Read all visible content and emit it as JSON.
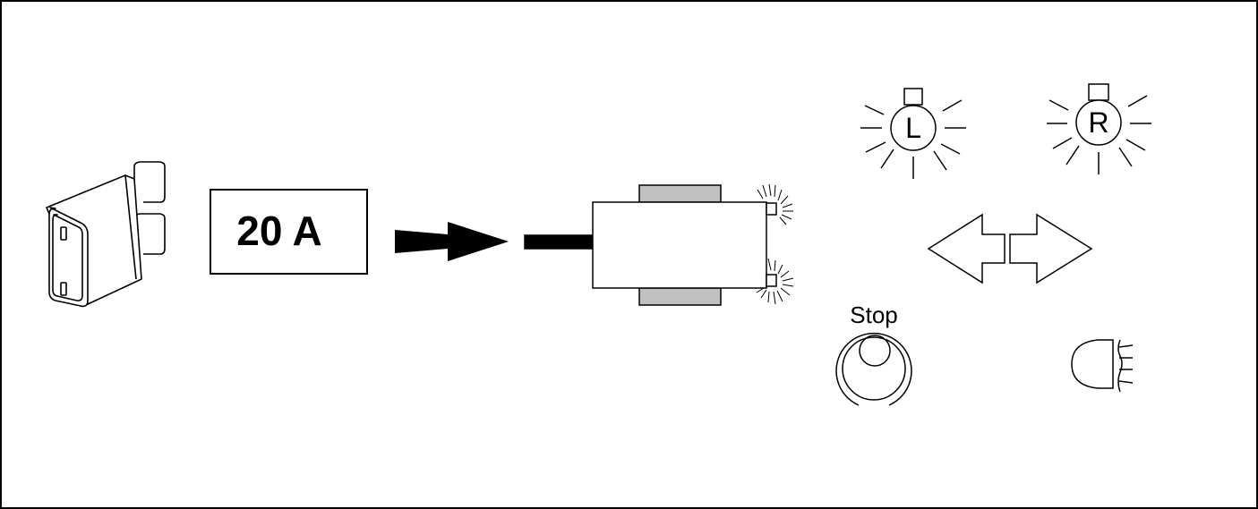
{
  "fuse_rating": "20 A",
  "bulb_left_letter": "L",
  "bulb_right_letter": "R",
  "stop_label": "Stop",
  "colors": {
    "stroke": "#000000",
    "clamp_fill": "#c0c0c0",
    "background": "#ffffff"
  }
}
